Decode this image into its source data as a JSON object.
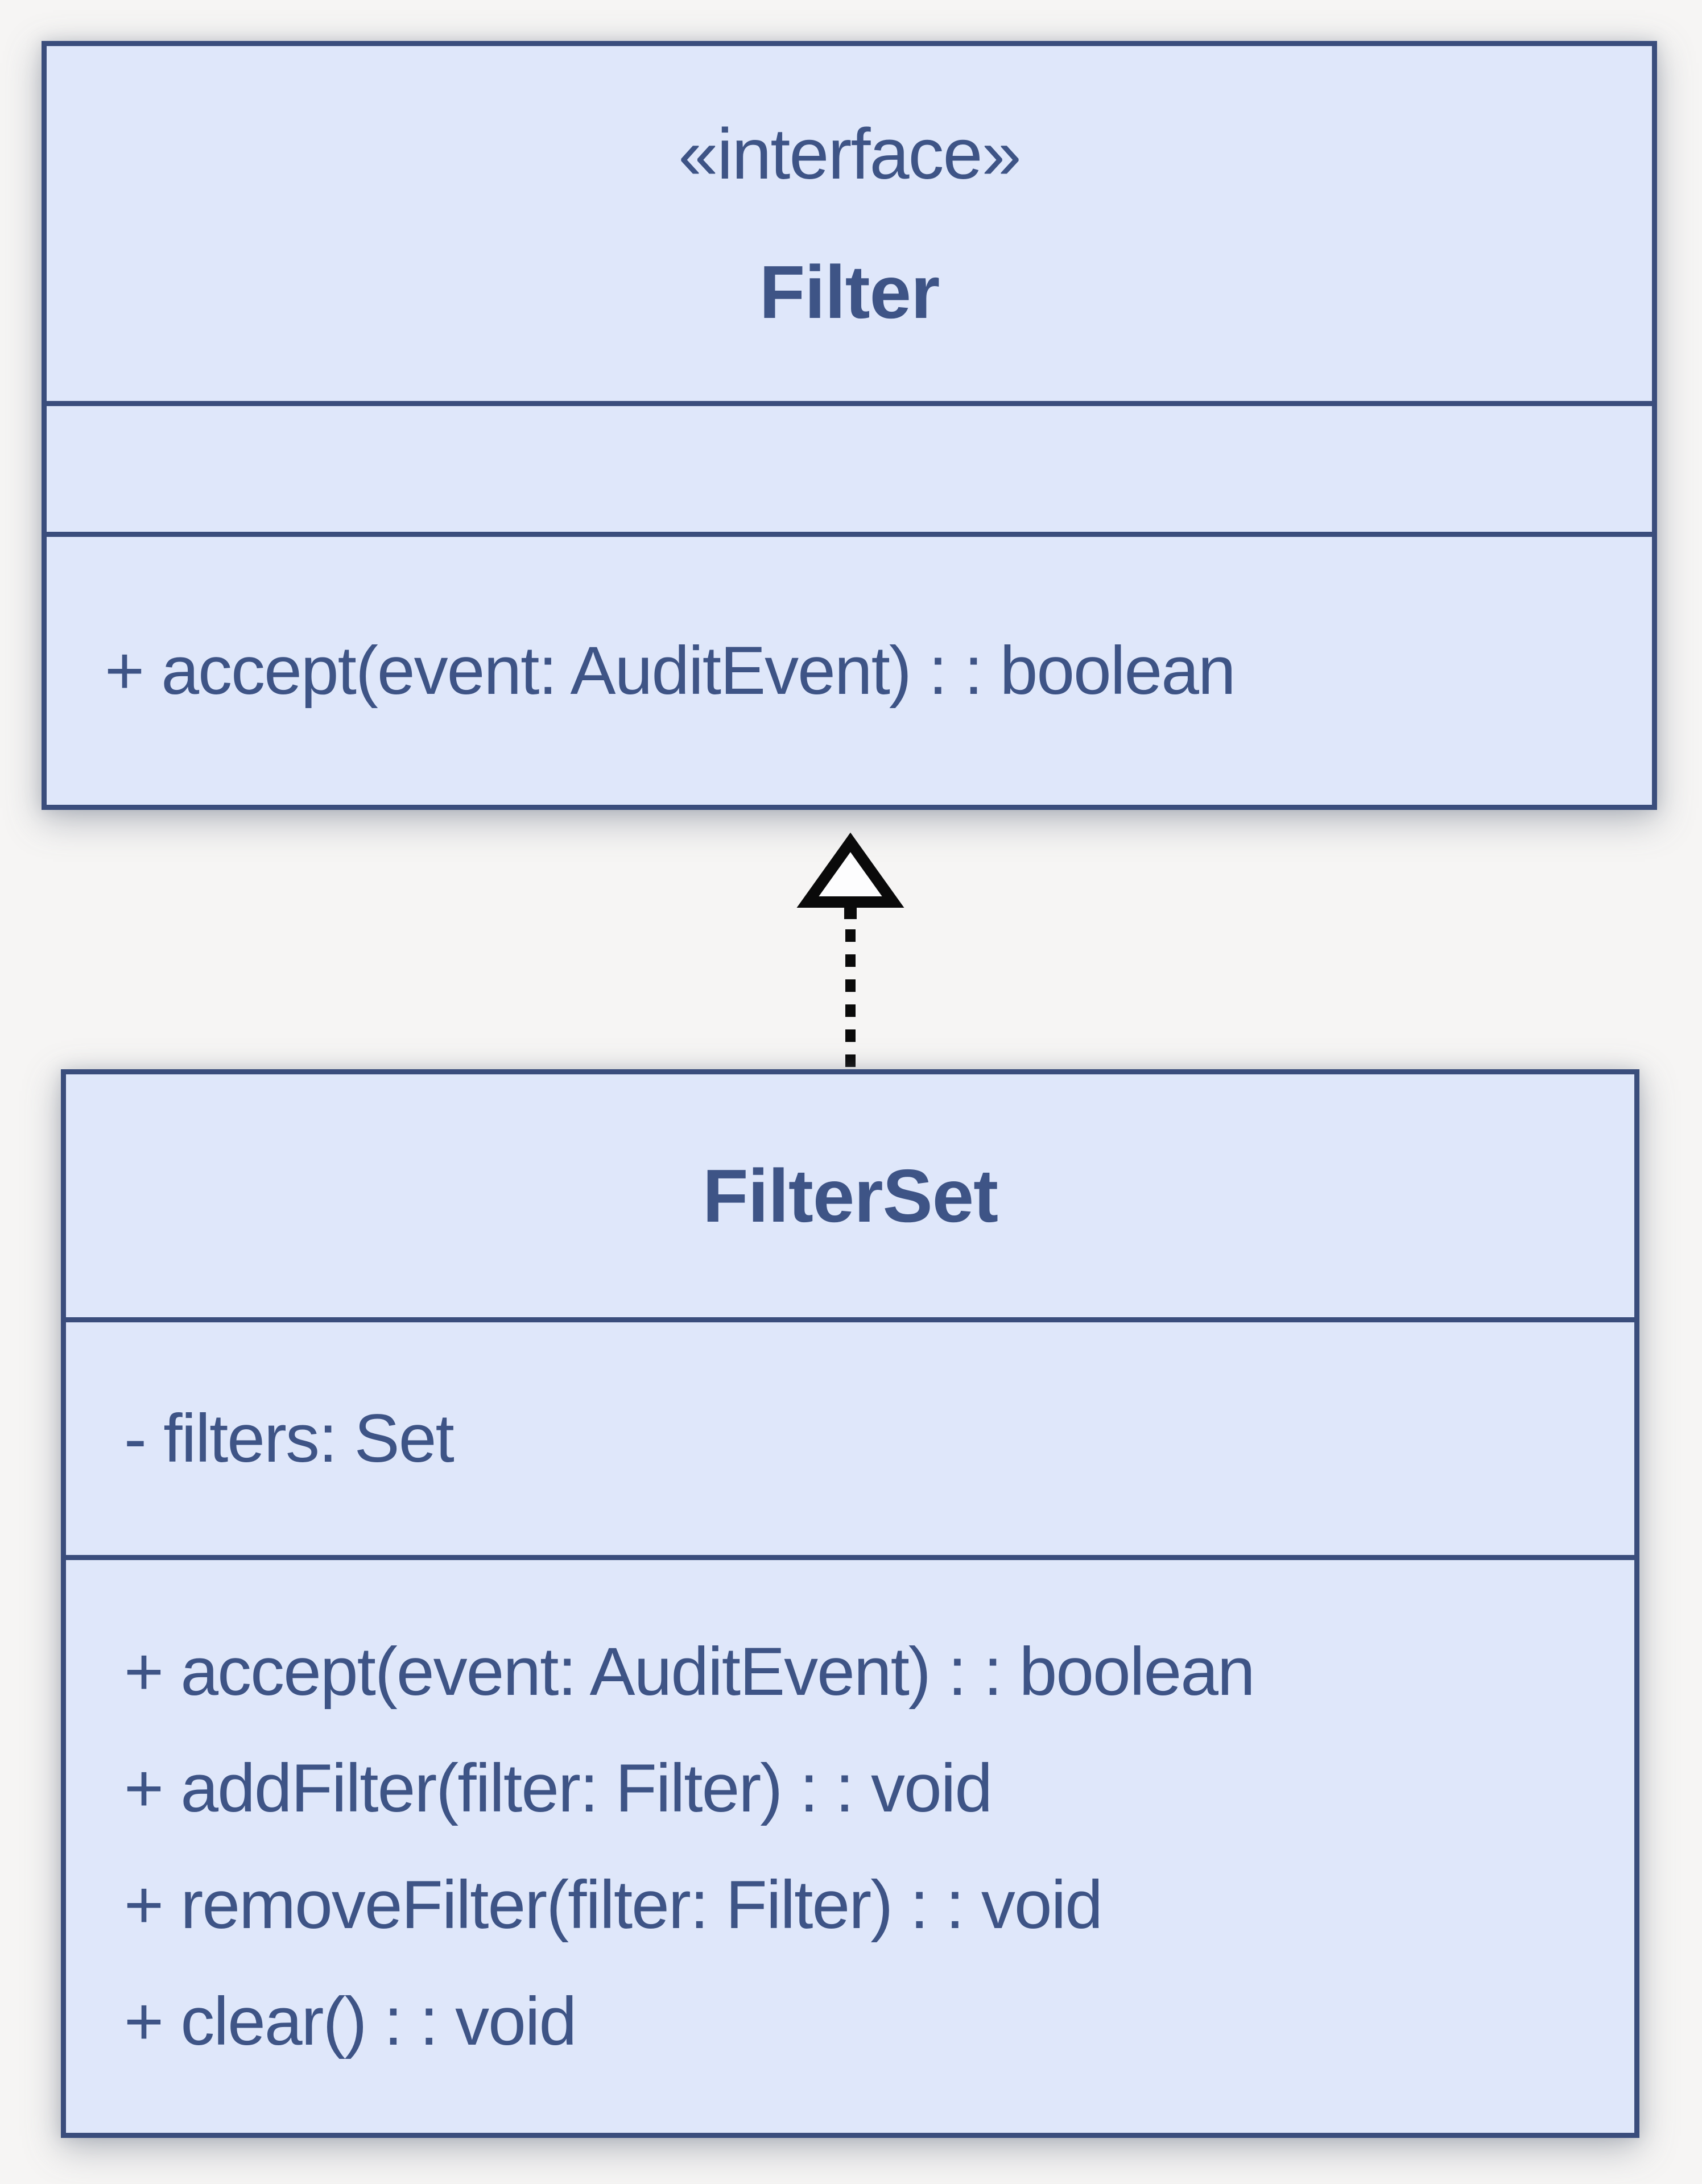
{
  "diagram": {
    "interface_class": {
      "stereotype": "«interface»",
      "name": "Filter",
      "attributes": [],
      "methods": [
        "+ accept(event: AuditEvent) : : boolean"
      ]
    },
    "impl_class": {
      "name": "FilterSet",
      "attributes": [
        "- filters: Set"
      ],
      "methods": [
        "+ accept(event: AuditEvent) : : boolean",
        "+ addFilter(filter: Filter) : : void",
        "+ removeFilter(filter: Filter) : : void",
        "+ clear() : : void"
      ]
    },
    "relationship": {
      "type": "realization",
      "from": "FilterSet",
      "to": "Filter"
    },
    "colors": {
      "box_fill": "#dfe7fa",
      "box_border": "#3a4d7c",
      "text": "#3e5486",
      "arrow": "#0a0a0a",
      "arrowhead_fill": "#fdfdfe",
      "background": "#f6f5f4"
    }
  }
}
